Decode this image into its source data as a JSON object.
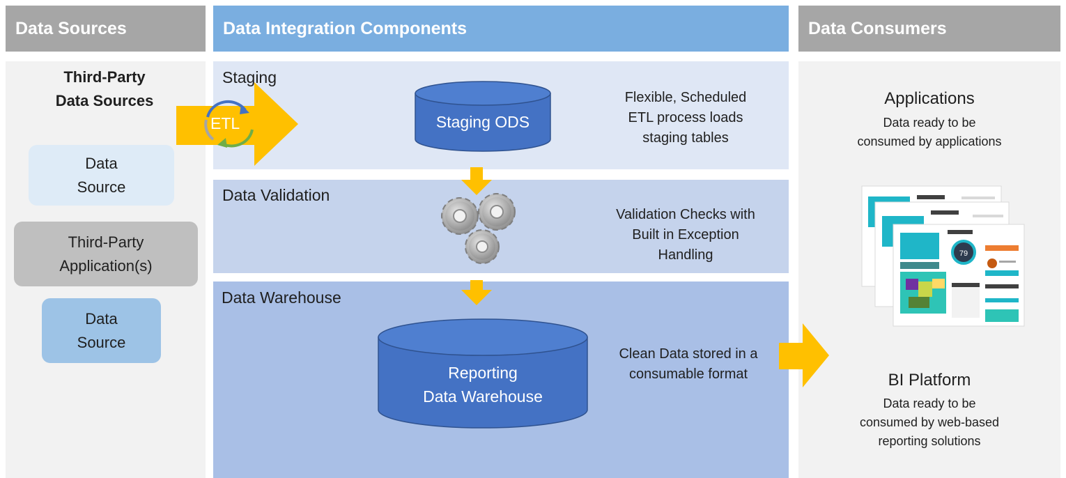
{
  "headers": {
    "sources": "Data Sources",
    "integration": "Data Integration Components",
    "consumers": "Data Consumers"
  },
  "sources": {
    "title_line1": "Third-Party",
    "title_line2": "Data Sources",
    "etl_label": "ETL",
    "items": [
      {
        "line1": "Data",
        "line2": "Source"
      },
      {
        "line1": "Third-Party",
        "line2": "Application(s)"
      },
      {
        "line1": "Data",
        "line2": "Source"
      }
    ]
  },
  "staging": {
    "label": "Staging",
    "cylinder": "Staging ODS",
    "desc": [
      "Flexible, Scheduled",
      "ETL process loads",
      "staging tables"
    ]
  },
  "validation": {
    "label": "Data Validation",
    "desc": [
      "Validation Checks with",
      "Built in Exception",
      "Handling"
    ]
  },
  "warehouse": {
    "label": "Data Warehouse",
    "cylinder": [
      "Reporting",
      "Data Warehouse"
    ],
    "desc": [
      "Clean Data stored in a",
      "consumable format"
    ]
  },
  "consumers": {
    "applications": {
      "title": "Applications",
      "desc": [
        "Data ready to be",
        "consumed by applications"
      ]
    },
    "bi": {
      "title": "BI Platform",
      "desc": [
        "Data ready to be",
        "consumed by web-based",
        "reporting solutions"
      ]
    },
    "dashboard_gauge": "79"
  },
  "colors": {
    "header_gray": "#a6a6a6",
    "header_blue": "#7aaee0",
    "panel_gray": "#f2f2f2",
    "staging_bg": "#dfe7f5",
    "validation_bg": "#c5d3ec",
    "warehouse_bg": "#a9bfe6",
    "cylinder": "#4472c4",
    "arrow": "#ffc000"
  }
}
